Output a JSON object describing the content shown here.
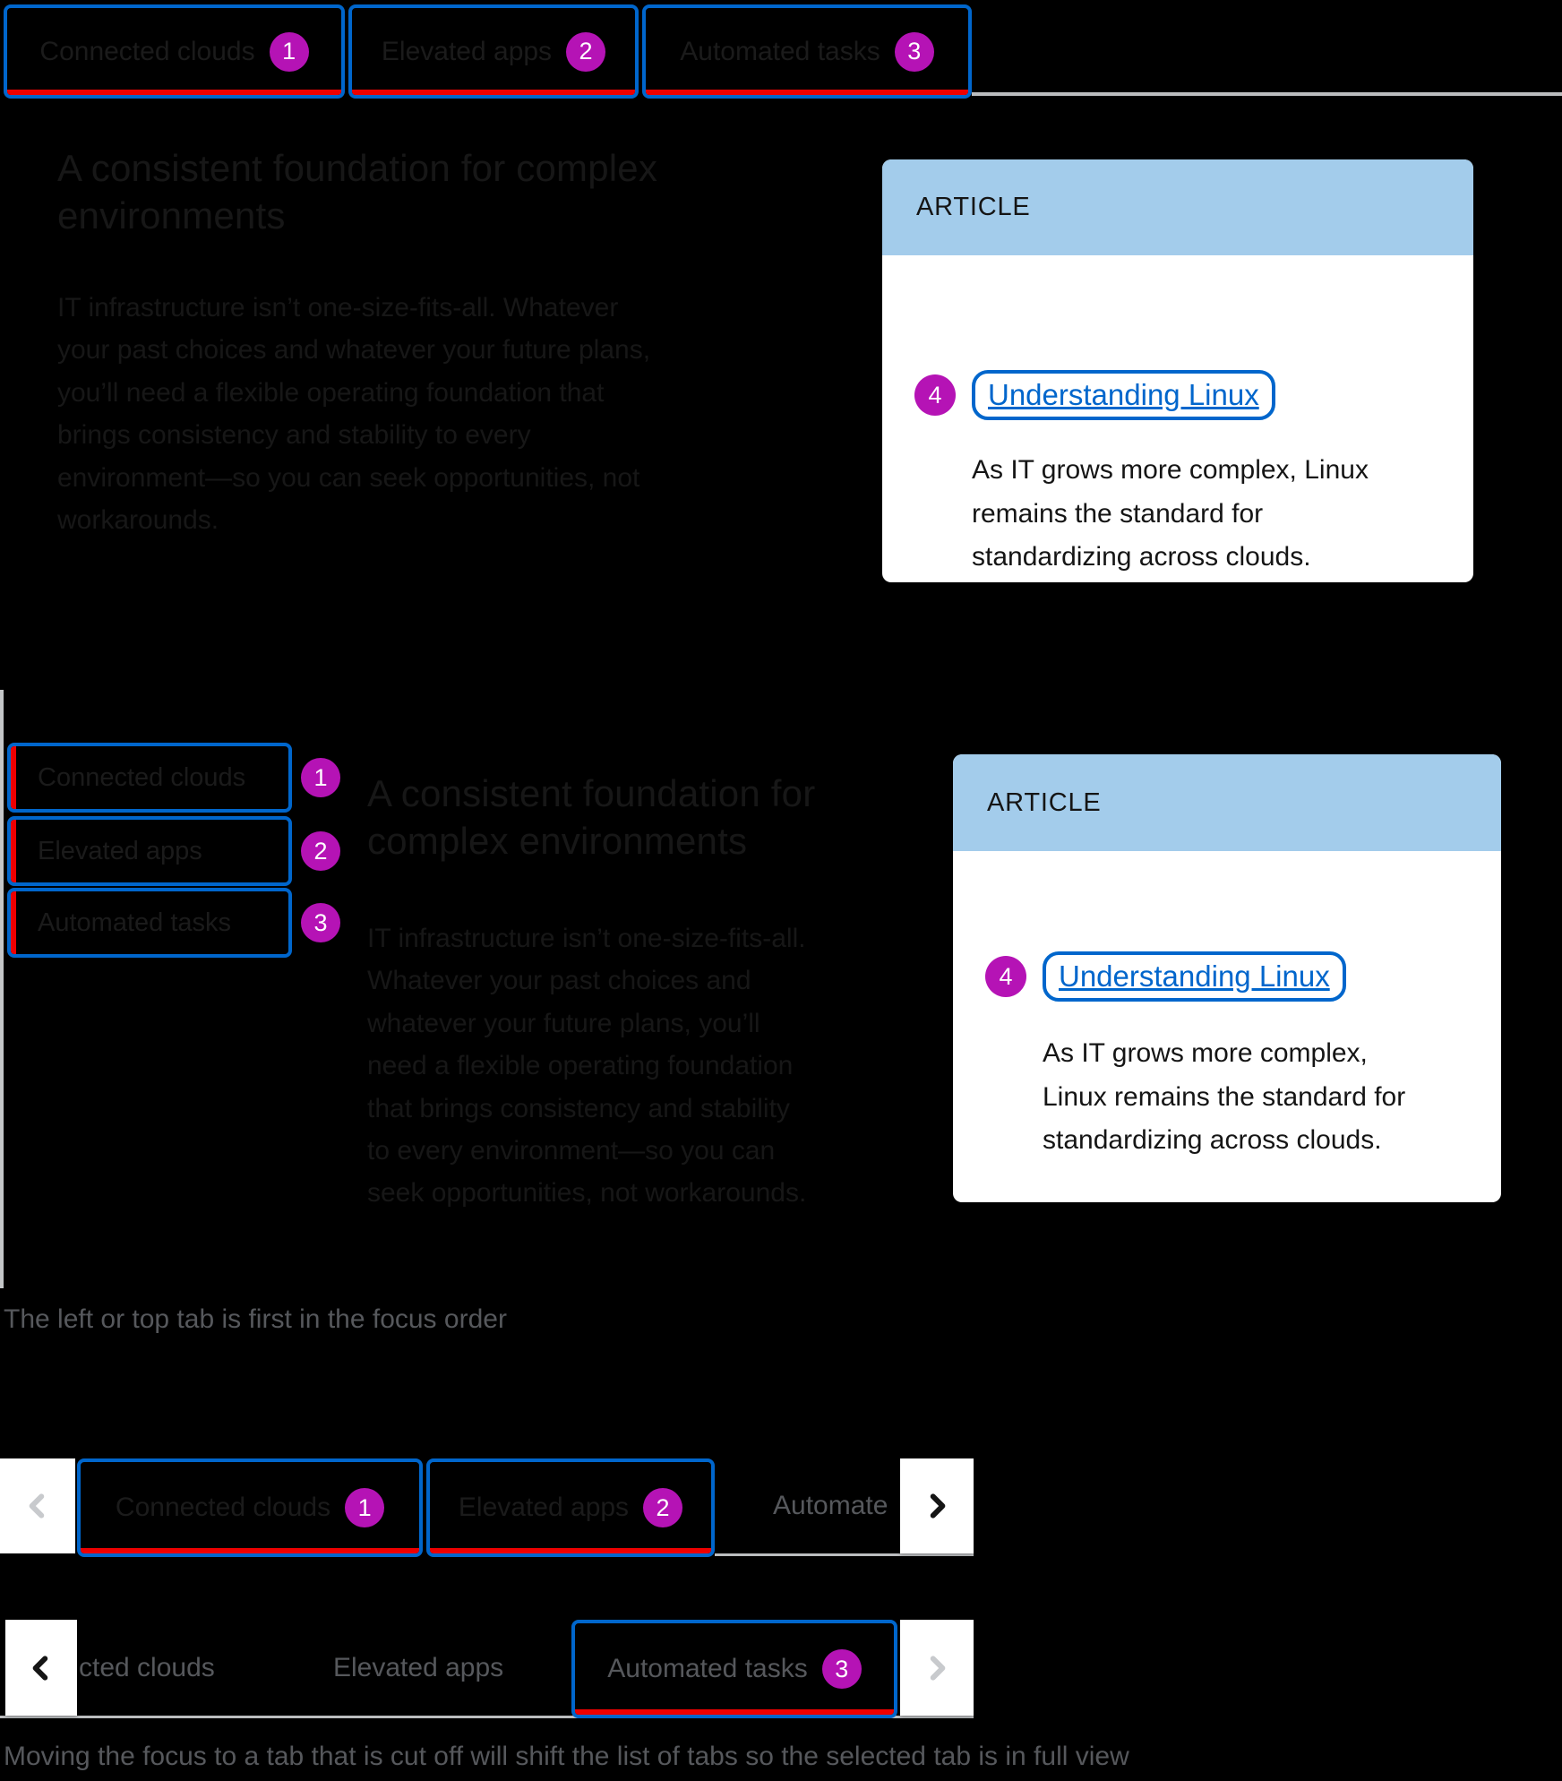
{
  "colors": {
    "focus_blue": "#0066CC",
    "selected_red": "#EE0000",
    "annotation_magenta": "#B513B5",
    "card_header_blue": "#A3CCEB"
  },
  "top_tabs": {
    "tab1": {
      "label": "Connected clouds",
      "badge": "1"
    },
    "tab2": {
      "label": "Elevated apps",
      "badge": "2"
    },
    "tab3": {
      "label": "Automated tasks",
      "badge": "3"
    }
  },
  "intro": {
    "heading_lines": [
      "A consistent foundation for complex",
      "environments"
    ],
    "paragraph_lines": [
      "IT infrastructure isn’t one-size-fits-all. Whatever",
      "your past choices and whatever your future plans,",
      "you’ll need a flexible operating foundation that",
      "brings consistency and stability to every",
      "environment—so you can seek opportunities, not",
      "workarounds."
    ]
  },
  "article1": {
    "eyebrow": "ARTICLE",
    "badge": "4",
    "link_label": "Understanding Linux",
    "description_lines": [
      "As IT grows more complex, Linux",
      "remains the standard for",
      "standardizing across clouds."
    ]
  },
  "vertical_tabs": {
    "tab1": {
      "label": "Connected clouds",
      "badge": "1"
    },
    "tab2": {
      "label": "Elevated apps",
      "badge": "2"
    },
    "tab3": {
      "label": "Automated tasks",
      "badge": "3"
    }
  },
  "vertical_example": {
    "heading_lines": [
      "A consistent foundation for",
      "complex environments"
    ],
    "paragraph_lines": [
      "IT infrastructure isn’t one-size-fits-all.",
      "Whatever your past choices and",
      "whatever your future plans, you’ll",
      "need a flexible operating foundation",
      "that brings consistency and stability",
      "to every environment—so you can",
      "seek opportunities, not workarounds."
    ]
  },
  "article2": {
    "eyebrow": "ARTICLE",
    "badge": "4",
    "link_label": "Understanding Linux",
    "description_lines": [
      "As IT grows more complex,",
      "Linux remains the standard for",
      "standardizing across clouds."
    ]
  },
  "caption1": "The left or top tab is first in the focus order",
  "scroll_row1": {
    "tab1": {
      "label": "Connected clouds",
      "badge": "1"
    },
    "tab2": {
      "label": "Elevated apps",
      "badge": "2"
    },
    "cut_tab_label": "Automate"
  },
  "scroll_row2": {
    "cut_tab_label": "cted clouds",
    "tab2_label": "Elevated apps",
    "selected_tab": {
      "label": "Automated tasks",
      "badge": "3"
    }
  },
  "caption2": "Moving the focus to a tab that is cut off will shift the list of tabs so the selected tab is in full view"
}
